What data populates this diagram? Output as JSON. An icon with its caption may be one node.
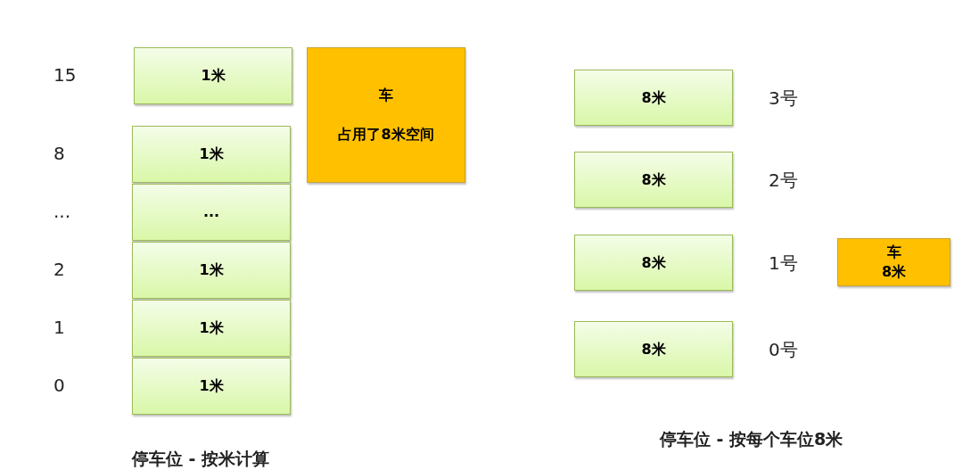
{
  "diagram": {
    "nodes": [
      {
        "text": [
          "1米"
        ],
        "beside": [
          "15"
        ]
      },
      {
        "text": [
          "1米"
        ],
        "beside": [
          "8"
        ]
      },
      {
        "text": [
          "..."
        ],
        "beside": [
          "..."
        ]
      },
      {
        "text": [
          "1米"
        ],
        "beside": [
          "2"
        ]
      },
      {
        "text": [
          "1米"
        ],
        "beside": [
          "1"
        ]
      },
      {
        "text": [
          "1米"
        ],
        "beside": [
          "0"
        ]
      },
      {
        "text": [
          "车",
          "占用了8米空间"
        ]
      },
      {
        "text": [
          "8米"
        ],
        "beside": [
          "3号"
        ]
      },
      {
        "text": [
          "8米"
        ],
        "beside": [
          "2号"
        ]
      },
      {
        "text": [
          "8米"
        ],
        "beside": [
          "1号"
        ]
      },
      {
        "text": [
          "8米"
        ],
        "beside": [
          "0号"
        ]
      },
      {
        "text": [
          "车",
          "8米"
        ]
      }
    ],
    "labels": [
      "停车位 - 按米计算",
      "停车位 - 按每个车位8米"
    ]
  }
}
